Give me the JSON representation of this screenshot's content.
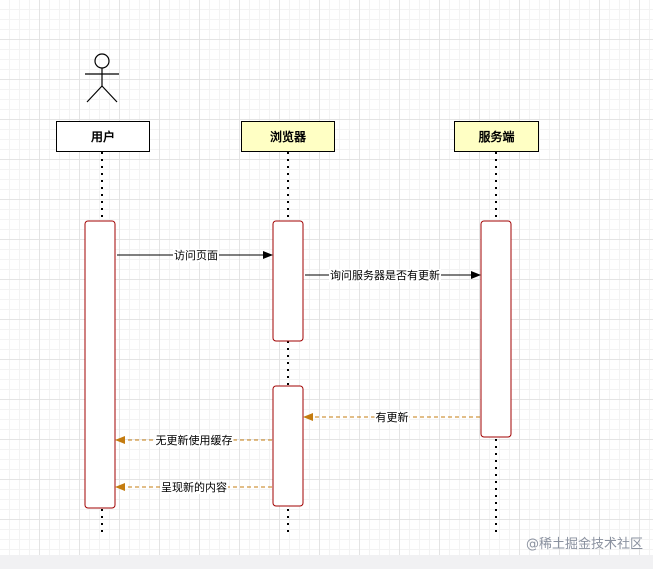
{
  "participants": [
    {
      "label": "用户",
      "fill": "#ffffff"
    },
    {
      "label": "浏览器",
      "fill": "#ffffc4"
    },
    {
      "label": "服务端",
      "fill": "#ffffc4"
    }
  ],
  "messages": [
    {
      "label": "访问页面",
      "from": "用户",
      "to": "浏览器",
      "style": "solid"
    },
    {
      "label": "询问服务器是否有更新",
      "from": "浏览器",
      "to": "服务端",
      "style": "solid"
    },
    {
      "label": "有更新",
      "from": "服务端",
      "to": "浏览器",
      "style": "dashed"
    },
    {
      "label": "无更新使用缓存",
      "from": "浏览器",
      "to": "用户",
      "style": "dashed"
    },
    {
      "label": "呈现新的内容",
      "from": "浏览器",
      "to": "用户",
      "style": "dashed"
    }
  ],
  "colors": {
    "activation_border": "#a00000",
    "solid_arrow": "#000000",
    "dashed_arrow": "#c47c10",
    "participant_highlight": "#ffffc4"
  },
  "watermark": "@稀土掘金技术社区"
}
